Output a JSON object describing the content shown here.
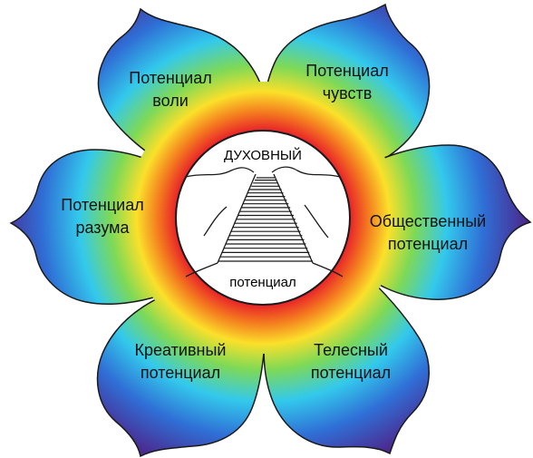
{
  "center": {
    "top_label": "ДУХОВНЫЙ",
    "bottom_label": "потенциал"
  },
  "petals": [
    {
      "id": "will",
      "line1": "Потенциал",
      "line2": "воли"
    },
    {
      "id": "feelings",
      "line1": "Потенциал",
      "line2": "чувств"
    },
    {
      "id": "social",
      "line1": "Общественный",
      "line2": "потенциал"
    },
    {
      "id": "bodily",
      "line1": "Телесный",
      "line2": "потенциал"
    },
    {
      "id": "creative",
      "line1": "Креативный",
      "line2": "потенциал"
    },
    {
      "id": "mind",
      "line1": "Потенциал",
      "line2": "разума"
    }
  ],
  "colors": {
    "gradient": [
      "#e8202a",
      "#f47a1f",
      "#fbe02a",
      "#7ed957",
      "#33c9ec",
      "#2f6fd6",
      "#4b2a8f"
    ],
    "center_fill": "#ffffff",
    "outline": "#1a1a1a"
  },
  "icons": {
    "center": "staircase-icon"
  }
}
